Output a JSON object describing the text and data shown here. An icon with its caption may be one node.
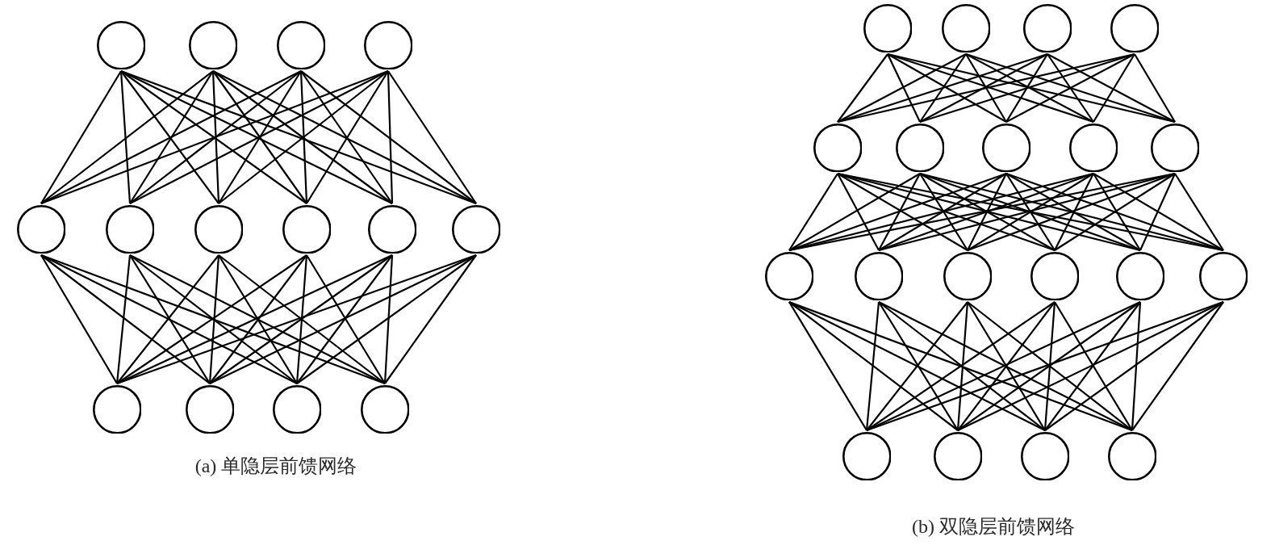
{
  "diagram": {
    "nodes": [
      {
        "text": [],
        "shape": "circle"
      },
      {
        "text": [],
        "shape": "circle"
      },
      {
        "text": [],
        "shape": "circle"
      },
      {
        "text": [],
        "shape": "circle"
      },
      {
        "text": [],
        "shape": "circle"
      },
      {
        "text": [],
        "shape": "circle"
      },
      {
        "text": [],
        "shape": "circle"
      },
      {
        "text": [],
        "shape": "circle"
      },
      {
        "text": [],
        "shape": "circle"
      },
      {
        "text": [],
        "shape": "circle"
      },
      {
        "text": [],
        "shape": "circle"
      },
      {
        "text": [],
        "shape": "circle"
      },
      {
        "text": [],
        "shape": "circle"
      },
      {
        "text": [],
        "shape": "circle"
      },
      {
        "text": [],
        "shape": "circle"
      },
      {
        "text": [],
        "shape": "circle"
      },
      {
        "text": [],
        "shape": "circle"
      },
      {
        "text": [],
        "shape": "circle"
      },
      {
        "text": [],
        "shape": "circle"
      },
      {
        "text": [],
        "shape": "circle"
      },
      {
        "text": [],
        "shape": "circle"
      },
      {
        "text": [],
        "shape": "circle"
      },
      {
        "text": [],
        "shape": "circle"
      },
      {
        "text": [],
        "shape": "circle"
      },
      {
        "text": [],
        "shape": "circle"
      },
      {
        "text": [],
        "shape": "circle"
      },
      {
        "text": [],
        "shape": "circle"
      },
      {
        "text": [],
        "shape": "circle"
      },
      {
        "text": [],
        "shape": "circle"
      },
      {
        "text": [],
        "shape": "circle"
      },
      {
        "text": [],
        "shape": "circle"
      },
      {
        "text": [],
        "shape": "circle"
      },
      {
        "text": [],
        "shape": "circle"
      }
    ],
    "edges": [
      {
        "from": 0,
        "to": 4,
        "arrow": "none"
      },
      {
        "from": 0,
        "to": 5,
        "arrow": "none"
      },
      {
        "from": 0,
        "to": 6,
        "arrow": "none"
      },
      {
        "from": 0,
        "to": 7,
        "arrow": "none"
      },
      {
        "from": 0,
        "to": 8,
        "arrow": "none"
      },
      {
        "from": 0,
        "to": 9,
        "arrow": "none"
      },
      {
        "from": 1,
        "to": 4,
        "arrow": "none"
      },
      {
        "from": 1,
        "to": 5,
        "arrow": "none"
      },
      {
        "from": 1,
        "to": 6,
        "arrow": "none"
      },
      {
        "from": 1,
        "to": 7,
        "arrow": "none"
      },
      {
        "from": 1,
        "to": 8,
        "arrow": "none"
      },
      {
        "from": 1,
        "to": 9,
        "arrow": "none"
      },
      {
        "from": 2,
        "to": 4,
        "arrow": "none"
      },
      {
        "from": 2,
        "to": 5,
        "arrow": "none"
      },
      {
        "from": 2,
        "to": 6,
        "arrow": "none"
      },
      {
        "from": 2,
        "to": 7,
        "arrow": "none"
      },
      {
        "from": 2,
        "to": 8,
        "arrow": "none"
      },
      {
        "from": 2,
        "to": 9,
        "arrow": "none"
      },
      {
        "from": 3,
        "to": 4,
        "arrow": "none"
      },
      {
        "from": 3,
        "to": 5,
        "arrow": "none"
      },
      {
        "from": 3,
        "to": 6,
        "arrow": "none"
      },
      {
        "from": 3,
        "to": 7,
        "arrow": "none"
      },
      {
        "from": 3,
        "to": 8,
        "arrow": "none"
      },
      {
        "from": 3,
        "to": 9,
        "arrow": "none"
      },
      {
        "from": 4,
        "to": 10,
        "arrow": "none"
      },
      {
        "from": 4,
        "to": 11,
        "arrow": "none"
      },
      {
        "from": 4,
        "to": 12,
        "arrow": "none"
      },
      {
        "from": 4,
        "to": 13,
        "arrow": "none"
      },
      {
        "from": 5,
        "to": 10,
        "arrow": "none"
      },
      {
        "from": 5,
        "to": 11,
        "arrow": "none"
      },
      {
        "from": 5,
        "to": 12,
        "arrow": "none"
      },
      {
        "from": 5,
        "to": 13,
        "arrow": "none"
      },
      {
        "from": 6,
        "to": 10,
        "arrow": "none"
      },
      {
        "from": 6,
        "to": 11,
        "arrow": "none"
      },
      {
        "from": 6,
        "to": 12,
        "arrow": "none"
      },
      {
        "from": 6,
        "to": 13,
        "arrow": "none"
      },
      {
        "from": 7,
        "to": 10,
        "arrow": "none"
      },
      {
        "from": 7,
        "to": 11,
        "arrow": "none"
      },
      {
        "from": 7,
        "to": 12,
        "arrow": "none"
      },
      {
        "from": 7,
        "to": 13,
        "arrow": "none"
      },
      {
        "from": 8,
        "to": 10,
        "arrow": "none"
      },
      {
        "from": 8,
        "to": 11,
        "arrow": "none"
      },
      {
        "from": 8,
        "to": 12,
        "arrow": "none"
      },
      {
        "from": 8,
        "to": 13,
        "arrow": "none"
      },
      {
        "from": 9,
        "to": 10,
        "arrow": "none"
      },
      {
        "from": 9,
        "to": 11,
        "arrow": "none"
      },
      {
        "from": 9,
        "to": 12,
        "arrow": "none"
      },
      {
        "from": 9,
        "to": 13,
        "arrow": "none"
      },
      {
        "from": 14,
        "to": 18,
        "arrow": "none"
      },
      {
        "from": 14,
        "to": 19,
        "arrow": "none"
      },
      {
        "from": 14,
        "to": 20,
        "arrow": "none"
      },
      {
        "from": 14,
        "to": 21,
        "arrow": "none"
      },
      {
        "from": 14,
        "to": 22,
        "arrow": "none"
      },
      {
        "from": 15,
        "to": 18,
        "arrow": "none"
      },
      {
        "from": 15,
        "to": 19,
        "arrow": "none"
      },
      {
        "from": 15,
        "to": 20,
        "arrow": "none"
      },
      {
        "from": 15,
        "to": 21,
        "arrow": "none"
      },
      {
        "from": 15,
        "to": 22,
        "arrow": "none"
      },
      {
        "from": 16,
        "to": 18,
        "arrow": "none"
      },
      {
        "from": 16,
        "to": 19,
        "arrow": "none"
      },
      {
        "from": 16,
        "to": 20,
        "arrow": "none"
      },
      {
        "from": 16,
        "to": 21,
        "arrow": "none"
      },
      {
        "from": 16,
        "to": 22,
        "arrow": "none"
      },
      {
        "from": 17,
        "to": 18,
        "arrow": "none"
      },
      {
        "from": 17,
        "to": 19,
        "arrow": "none"
      },
      {
        "from": 17,
        "to": 20,
        "arrow": "none"
      },
      {
        "from": 17,
        "to": 21,
        "arrow": "none"
      },
      {
        "from": 17,
        "to": 22,
        "arrow": "none"
      },
      {
        "from": 18,
        "to": 23,
        "arrow": "none"
      },
      {
        "from": 18,
        "to": 24,
        "arrow": "none"
      },
      {
        "from": 18,
        "to": 25,
        "arrow": "none"
      },
      {
        "from": 18,
        "to": 26,
        "arrow": "none"
      },
      {
        "from": 18,
        "to": 27,
        "arrow": "none"
      },
      {
        "from": 18,
        "to": 28,
        "arrow": "none"
      },
      {
        "from": 19,
        "to": 23,
        "arrow": "none"
      },
      {
        "from": 19,
        "to": 24,
        "arrow": "none"
      },
      {
        "from": 19,
        "to": 25,
        "arrow": "none"
      },
      {
        "from": 19,
        "to": 26,
        "arrow": "none"
      },
      {
        "from": 19,
        "to": 27,
        "arrow": "none"
      },
      {
        "from": 19,
        "to": 28,
        "arrow": "none"
      },
      {
        "from": 20,
        "to": 23,
        "arrow": "none"
      },
      {
        "from": 20,
        "to": 24,
        "arrow": "none"
      },
      {
        "from": 20,
        "to": 25,
        "arrow": "none"
      },
      {
        "from": 20,
        "to": 26,
        "arrow": "none"
      },
      {
        "from": 20,
        "to": 27,
        "arrow": "none"
      },
      {
        "from": 20,
        "to": 28,
        "arrow": "none"
      },
      {
        "from": 21,
        "to": 23,
        "arrow": "none"
      },
      {
        "from": 21,
        "to": 24,
        "arrow": "none"
      },
      {
        "from": 21,
        "to": 25,
        "arrow": "none"
      },
      {
        "from": 21,
        "to": 26,
        "arrow": "none"
      },
      {
        "from": 21,
        "to": 27,
        "arrow": "none"
      },
      {
        "from": 21,
        "to": 28,
        "arrow": "none"
      },
      {
        "from": 22,
        "to": 23,
        "arrow": "none"
      },
      {
        "from": 22,
        "to": 24,
        "arrow": "none"
      },
      {
        "from": 22,
        "to": 25,
        "arrow": "none"
      },
      {
        "from": 22,
        "to": 26,
        "arrow": "none"
      },
      {
        "from": 22,
        "to": 27,
        "arrow": "none"
      },
      {
        "from": 22,
        "to": 28,
        "arrow": "none"
      },
      {
        "from": 23,
        "to": 29,
        "arrow": "none"
      },
      {
        "from": 23,
        "to": 30,
        "arrow": "none"
      },
      {
        "from": 23,
        "to": 31,
        "arrow": "none"
      },
      {
        "from": 23,
        "to": 32,
        "arrow": "none"
      },
      {
        "from": 24,
        "to": 29,
        "arrow": "none"
      },
      {
        "from": 24,
        "to": 30,
        "arrow": "none"
      },
      {
        "from": 24,
        "to": 31,
        "arrow": "none"
      },
      {
        "from": 24,
        "to": 32,
        "arrow": "none"
      },
      {
        "from": 25,
        "to": 29,
        "arrow": "none"
      },
      {
        "from": 25,
        "to": 30,
        "arrow": "none"
      },
      {
        "from": 25,
        "to": 31,
        "arrow": "none"
      },
      {
        "from": 25,
        "to": 32,
        "arrow": "none"
      },
      {
        "from": 26,
        "to": 29,
        "arrow": "none"
      },
      {
        "from": 26,
        "to": 30,
        "arrow": "none"
      },
      {
        "from": 26,
        "to": 31,
        "arrow": "none"
      },
      {
        "from": 26,
        "to": 32,
        "arrow": "none"
      },
      {
        "from": 27,
        "to": 29,
        "arrow": "none"
      },
      {
        "from": 27,
        "to": 30,
        "arrow": "none"
      },
      {
        "from": 27,
        "to": 31,
        "arrow": "none"
      },
      {
        "from": 27,
        "to": 32,
        "arrow": "none"
      },
      {
        "from": 28,
        "to": 29,
        "arrow": "none"
      },
      {
        "from": 28,
        "to": 30,
        "arrow": "none"
      },
      {
        "from": 28,
        "to": 31,
        "arrow": "none"
      },
      {
        "from": 28,
        "to": 32,
        "arrow": "none"
      }
    ],
    "labels": [
      "(a) 单隐层前馈网络",
      "(b) 双隐层前馈网络"
    ]
  }
}
